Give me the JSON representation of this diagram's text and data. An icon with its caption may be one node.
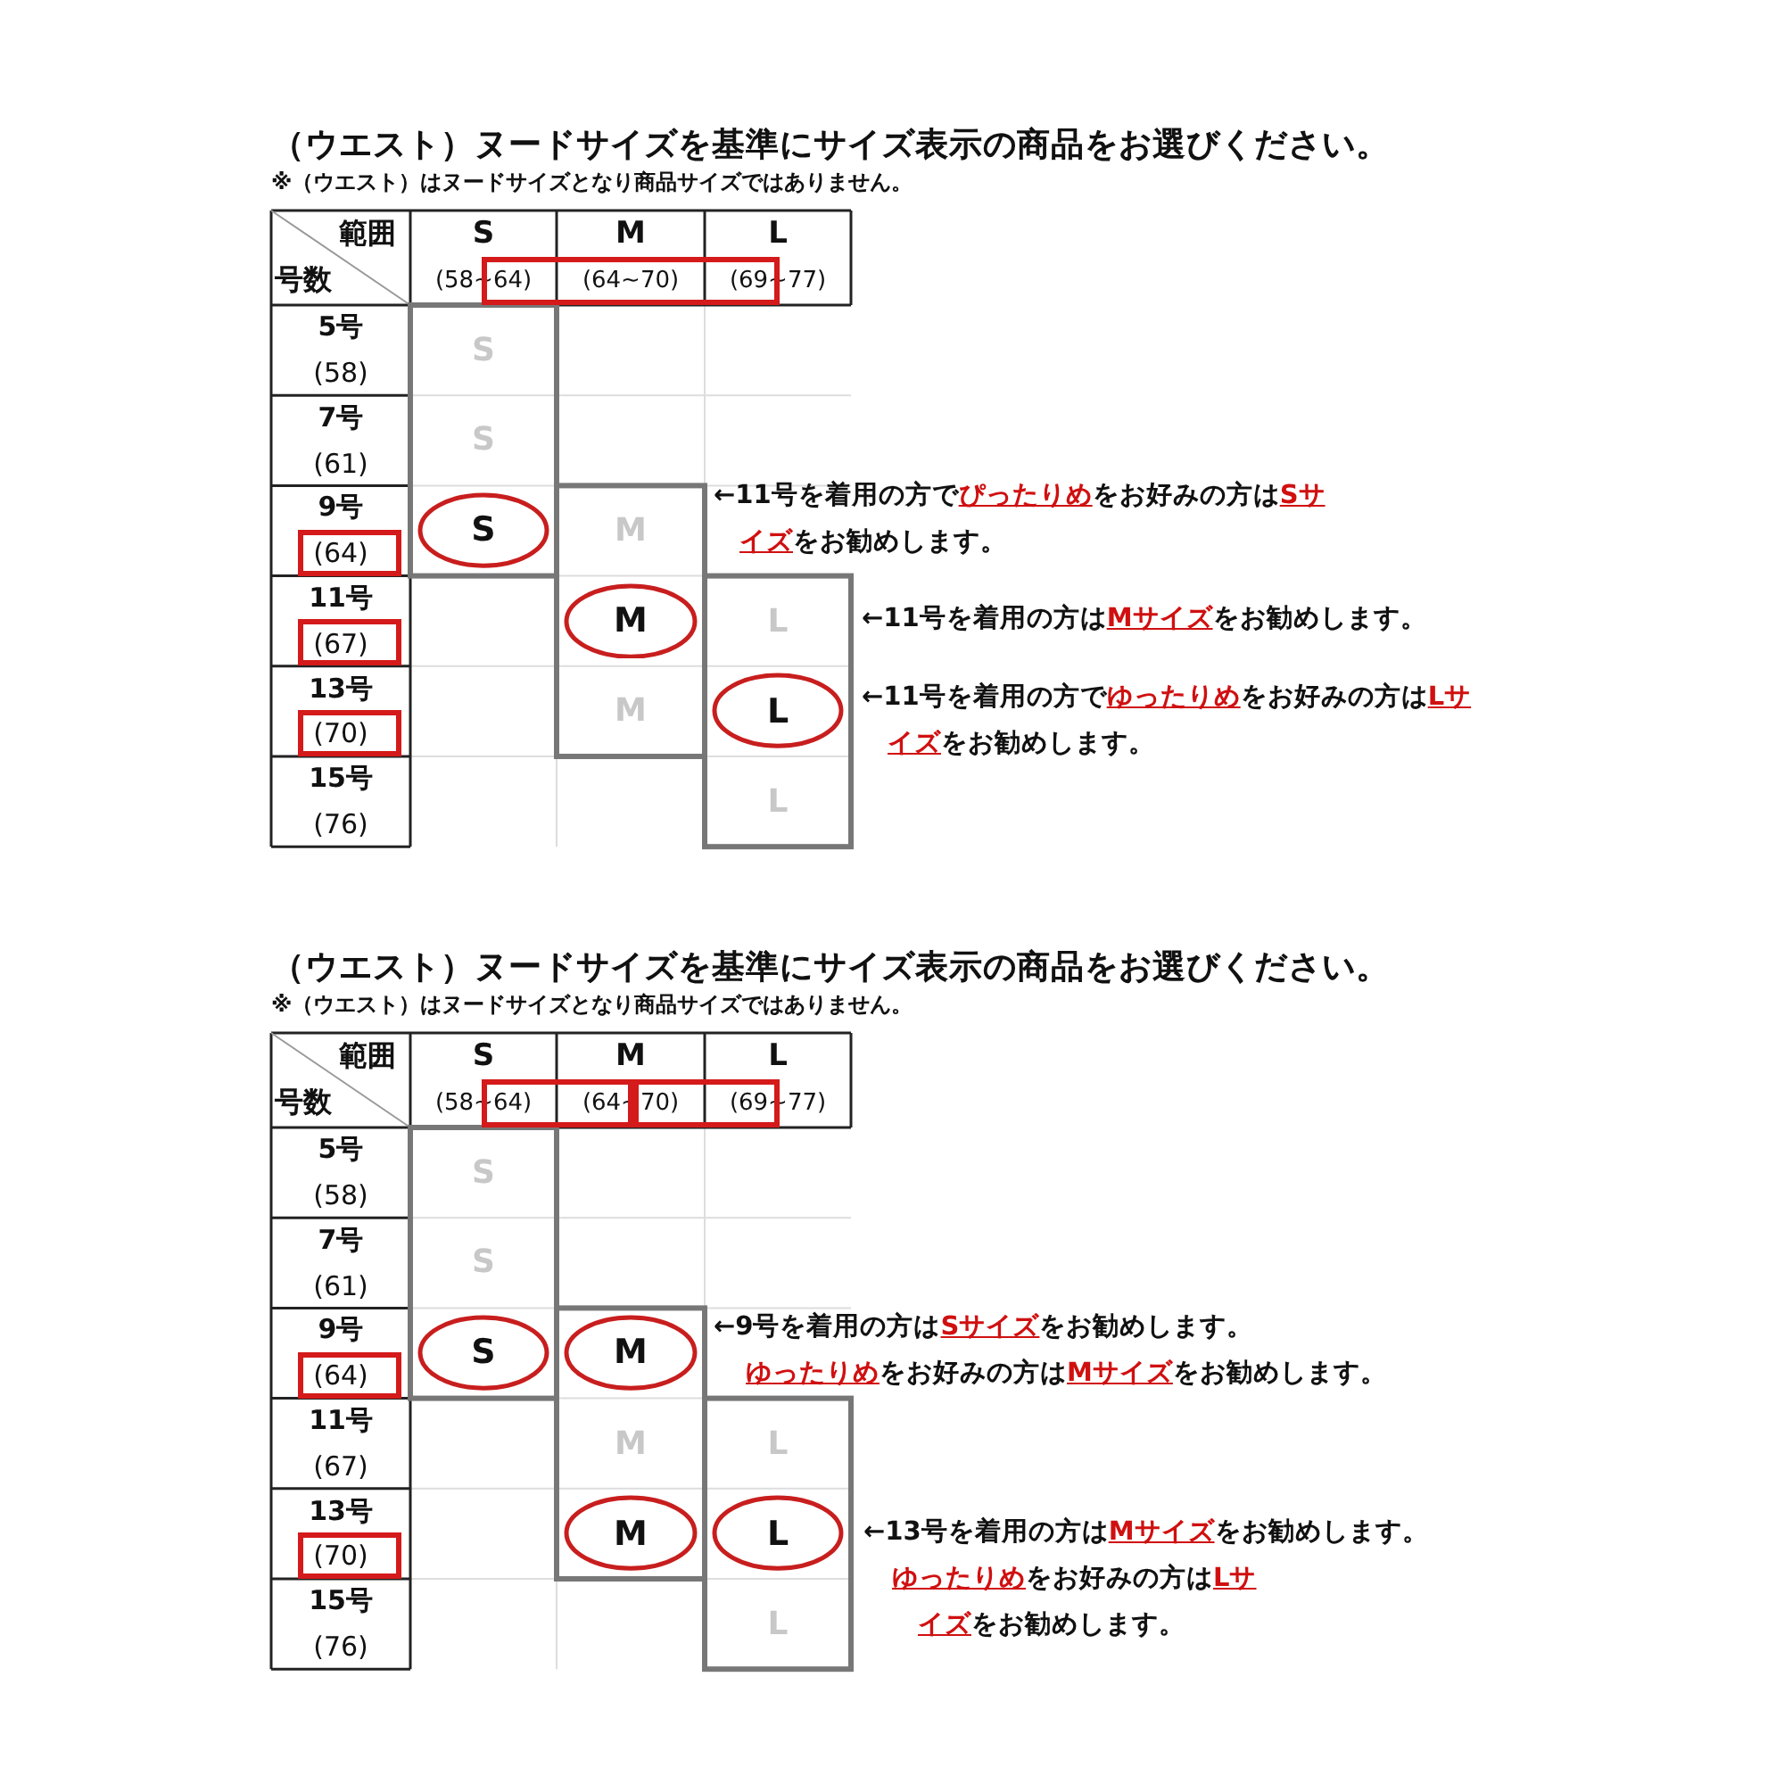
{
  "diagram": {
    "nodes": [
      {
        "text": [
          "S"
        ]
      },
      {
        "text": [
          "M"
        ]
      },
      {
        "text": [
          "L"
        ]
      },
      {
        "text": [
          "S"
        ]
      },
      {
        "text": [
          "M"
        ]
      },
      {
        "text": [
          "M"
        ]
      },
      {
        "text": [
          "L"
        ]
      }
    ],
    "labels": [
      "（ウエスト）ヌードサイズを基準にサイズ表示の商品をお選びください。",
      "※（ウエスト）はヌードサイズとなり商品サイズではありません。",
      "範囲",
      "号数",
      "S",
      "M",
      "L",
      "(58~64)",
      "(64~70)",
      "(69~77)",
      "5号",
      "(58)",
      "S",
      "7号",
      "(61)",
      "S",
      "9号",
      "(64)",
      "M",
      "11号",
      "(67)",
      "L",
      "13号",
      "(70)",
      "M",
      "15号",
      "(76)",
      "L",
      "←11号を着用の方で**ぴったりめ**をお好みの方は**Sサイズ**をお勧めします。",
      "←11号を着用の方は**Mサイズ**をお勧めします。",
      "←11号を着用の方で**ゆったりめ**をお好みの方は**Lサイズ**をお勧めします。",
      "（ウエスト）ヌードサイズを基準にサイズ表示の商品をお選びください。",
      "※（ウエスト）はヌードサイズとなり商品サイズではありません。",
      "範囲",
      "号数",
      "S",
      "M",
      "L",
      "(58~64)",
      "(64~70)",
      "(69~77)",
      "5号",
      "(58)",
      "S",
      "7号",
      "(61)",
      "S",
      "9号",
      "(64)",
      "11号",
      "(67)",
      "M",
      "L",
      "13号",
      "(70)",
      "15号",
      "(76)",
      "L",
      "←9号を着用の方は**Sサイズ**をお勧めします。",
      "**ゆったりめ**をお好みの方は**Mサイズ**をお勧めします。",
      "←13号を着用の方は**Mサイズ**をお勧めします。",
      "**ゆったりめ**をお好みの方は**Lサイズ**をお勧めします。"
    ]
  }
}
